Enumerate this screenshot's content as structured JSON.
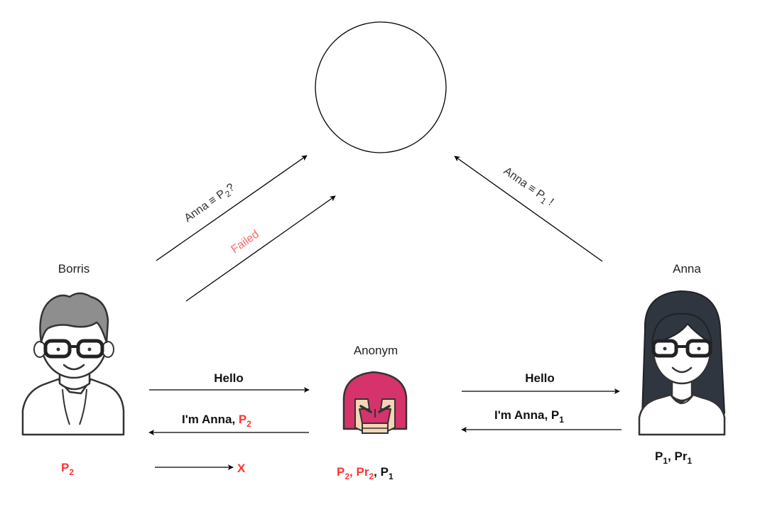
{
  "actors": {
    "borris": {
      "name": "Borris",
      "key": "P",
      "key_sub": "2"
    },
    "anonym": {
      "name": "Anonym"
    },
    "anna": {
      "name": "Anna"
    }
  },
  "messages": {
    "hello_left": "Hello",
    "anna_reply_left": "I'm Anna, ",
    "key_p": "P",
    "sub_2": "2",
    "hello_right": "Hello",
    "anna_reply_right": "I'm Anna, ",
    "sub_1": "1",
    "x_mark": "X"
  },
  "keys": {
    "anonym_p2": "P",
    "anonym_pr2": "Pr",
    "anonym_p1": "P",
    "anna_p1": "P",
    "anna_pr1": "Pr",
    "sep": ", ",
    "sub_1": "1",
    "sub_2": "2"
  },
  "queries": {
    "query_prefix": "Anna ≡ P",
    "query_sub": "2",
    "query_suffix": "?",
    "failed": "Failed",
    "confirm_prefix": "Anna ≡ P",
    "confirm_sub": "1",
    "confirm_suffix": " !"
  },
  "colors": {
    "highlight": "#ff3333",
    "failed": "#ff6666",
    "magneto_helmet": "#d6336c",
    "anna_hair": "#2f3640",
    "borris_hair": "#8e8e8e",
    "skin": "#f5d5b5"
  }
}
